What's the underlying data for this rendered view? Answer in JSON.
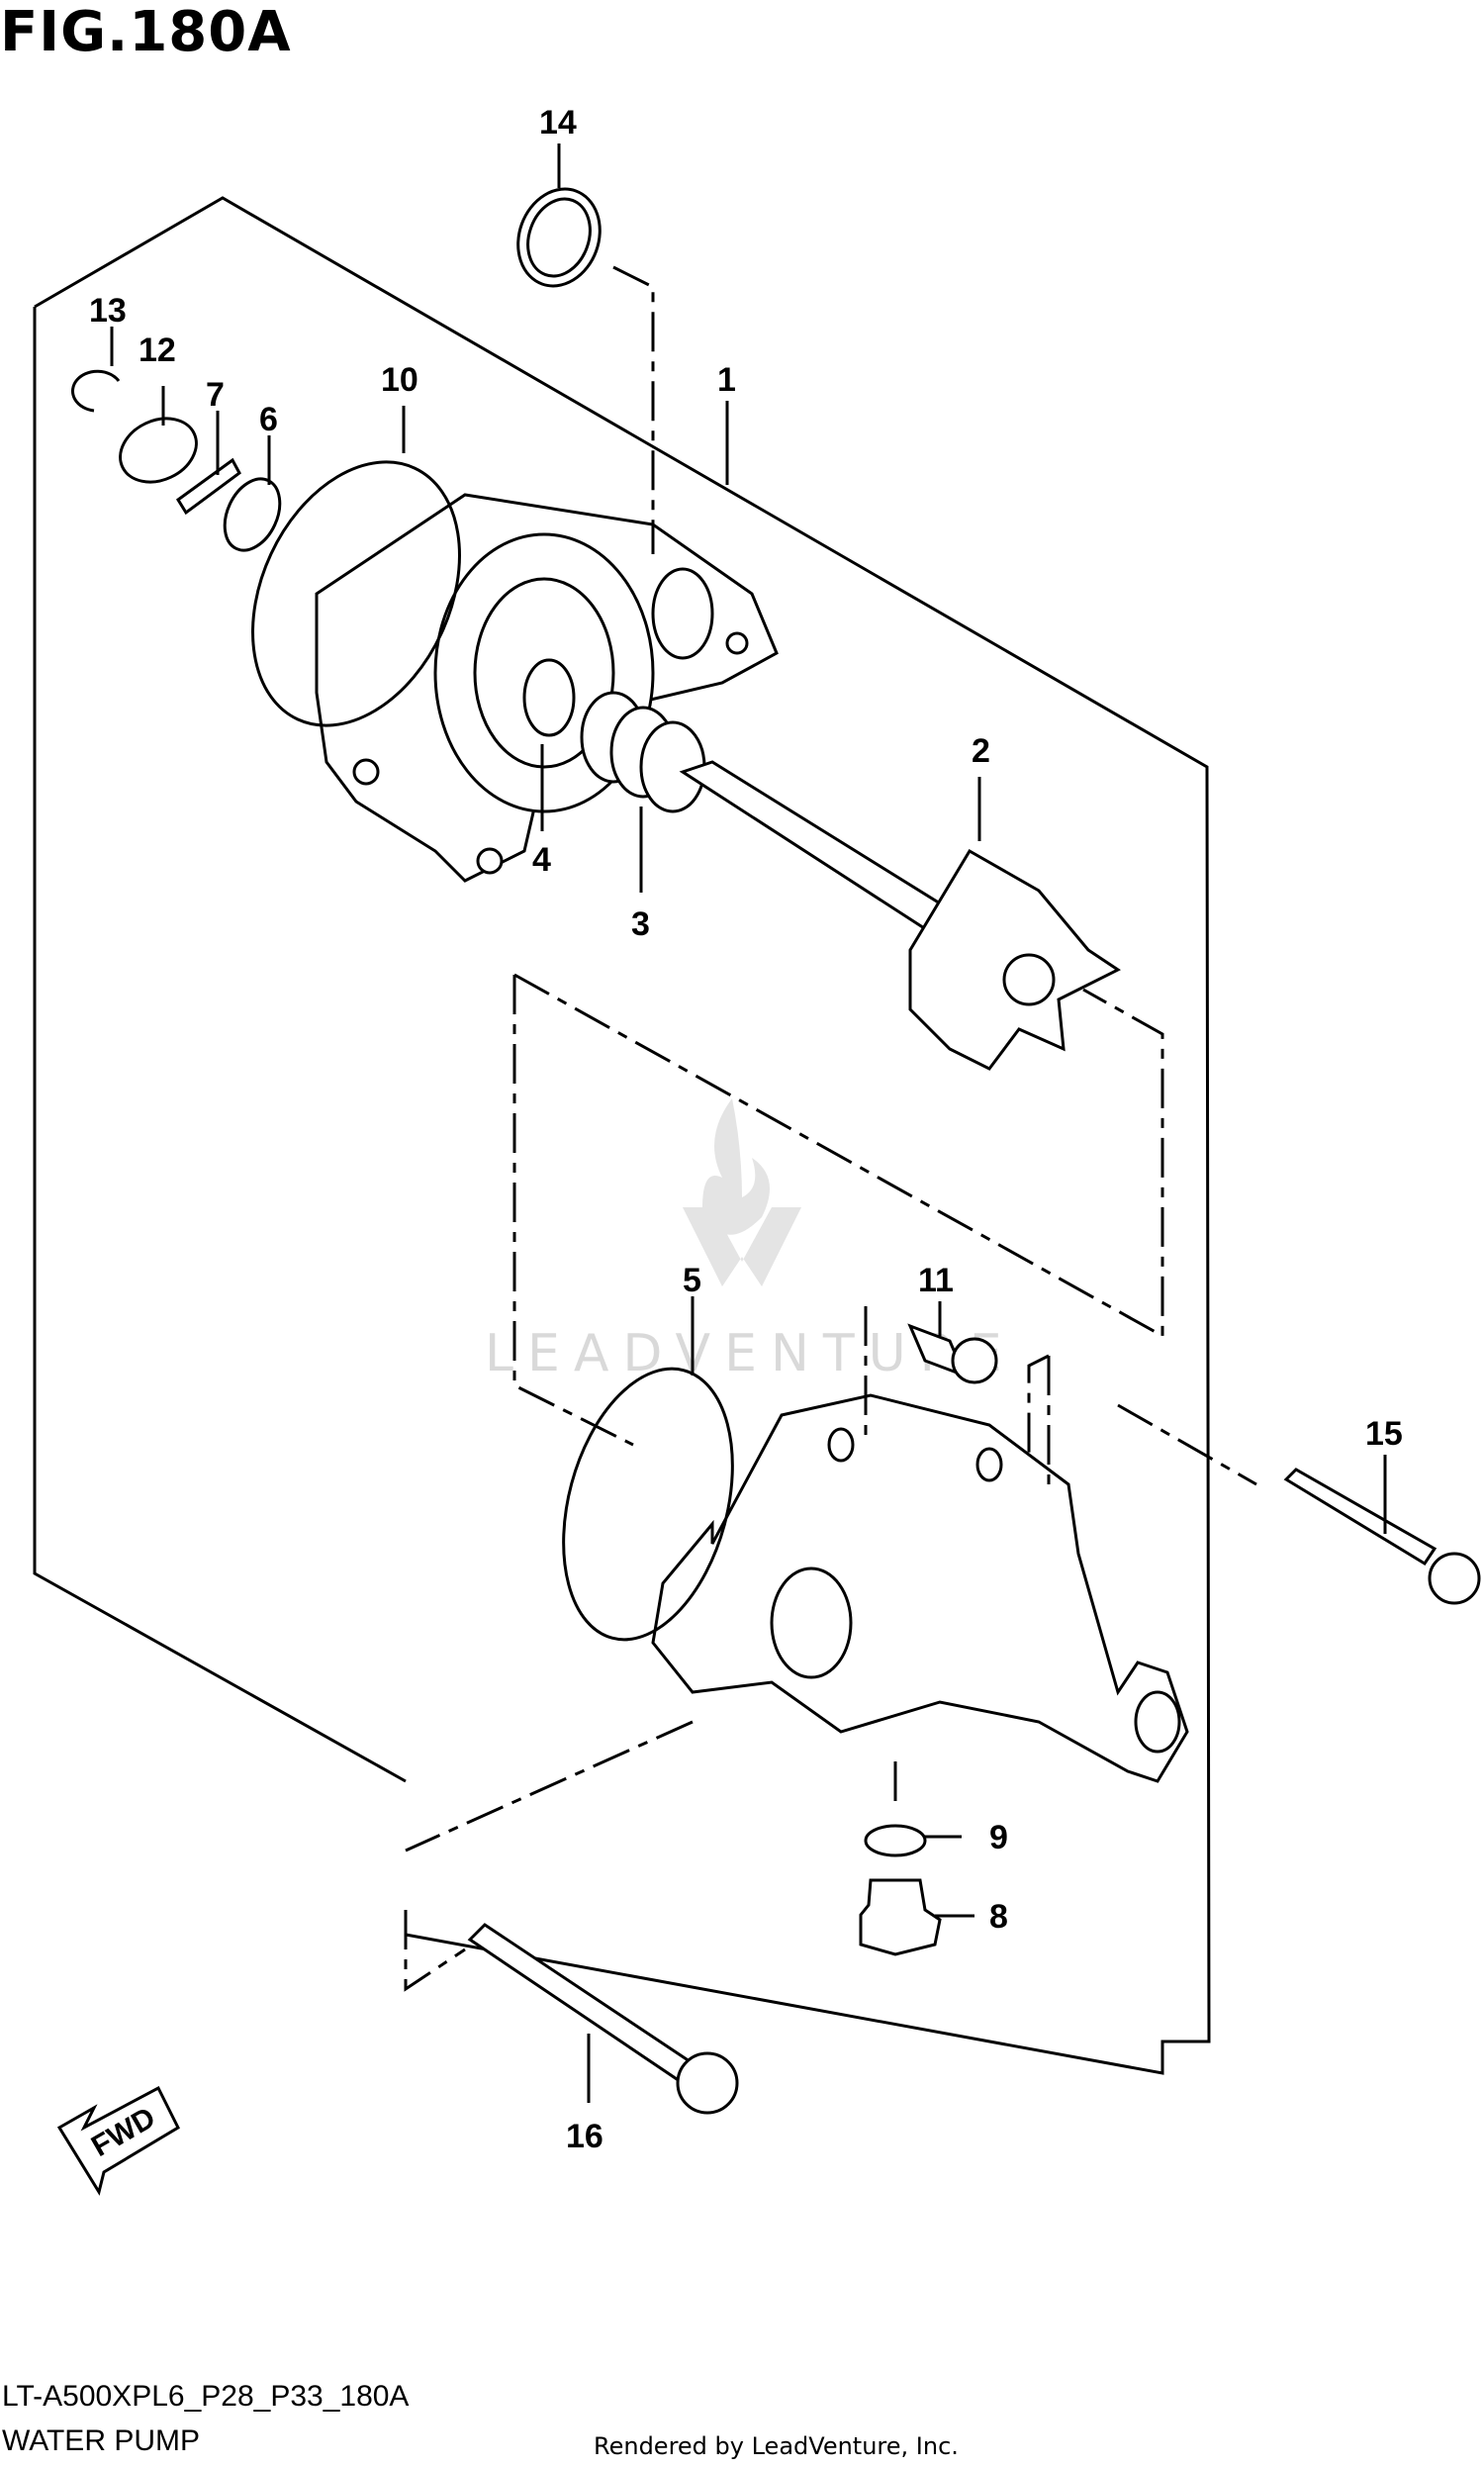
{
  "figure": {
    "title": "FIG.180A",
    "diagram_code": "LT-A500XPL6_P28_P33_180A",
    "section_name": "WATER PUMP",
    "credit": "Rendered by LeadVenture, Inc.",
    "watermark": "LEADVENTURE",
    "fwd_label": "FWD"
  },
  "callouts": [
    "1",
    "2",
    "3",
    "4",
    "5",
    "6",
    "7",
    "8",
    "9",
    "10",
    "11",
    "12",
    "13",
    "14",
    "15",
    "16"
  ]
}
